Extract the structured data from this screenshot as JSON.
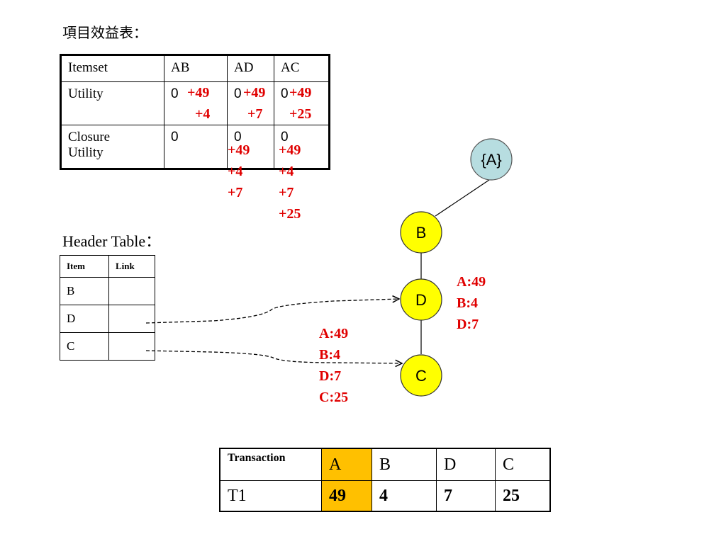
{
  "title": "項目效益表：",
  "utility_table": {
    "header": [
      "Itemset",
      "AB",
      "AD",
      "AC"
    ],
    "rows": [
      {
        "label": "Utility",
        "values": [
          "0",
          "0",
          "0"
        ]
      },
      {
        "label_line1": "Closure",
        "label_line2": "Utility",
        "values": [
          "0",
          "0",
          "0"
        ]
      }
    ]
  },
  "annotations": {
    "ab_utility": [
      "+49",
      "+4"
    ],
    "ad_utility": [
      "+49",
      "+7"
    ],
    "ac_utility": [
      "+49",
      "+25"
    ],
    "ad_closure": [
      "+49",
      "+4",
      "+7"
    ],
    "ac_closure": [
      "+49",
      "+4",
      "+7",
      "+25"
    ]
  },
  "header_table": {
    "title": "Header Table：",
    "columns": [
      "Item",
      "Link"
    ],
    "items": [
      "B",
      "D",
      "C"
    ]
  },
  "tree": {
    "nodes": [
      {
        "id": "root",
        "label": "{A}",
        "color": "#b7dde0"
      },
      {
        "id": "b",
        "label": "B",
        "color": "#ffff00"
      },
      {
        "id": "d",
        "label": "D",
        "color": "#ffff00"
      },
      {
        "id": "c",
        "label": "C",
        "color": "#ffff00"
      }
    ],
    "d_info": [
      "A:49",
      "B:4",
      "D:7"
    ],
    "c_info": [
      "A:49",
      "B:4",
      "D:7",
      "C:25"
    ]
  },
  "transaction_table": {
    "header": [
      "Transaction",
      "A",
      "B",
      "D",
      "C"
    ],
    "row": [
      "T1",
      "49",
      "4",
      "7",
      "25"
    ],
    "highlight_color": "#ffc000"
  },
  "colors": {
    "annotation": "#e00000"
  }
}
